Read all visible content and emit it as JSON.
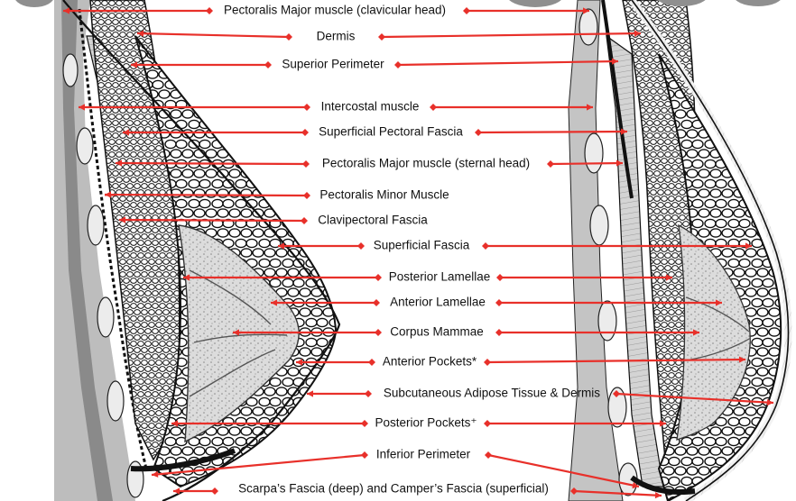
{
  "labels": [
    {
      "text": "Pectoralis Major muscle (clavicular head)"
    },
    {
      "text": "Dermis"
    },
    {
      "text": "Superior Perimeter"
    },
    {
      "text": "Intercostal muscle"
    },
    {
      "text": "Superficial Pectoral Fascia"
    },
    {
      "text": "Pectoralis Major muscle (sternal head)"
    },
    {
      "text": "Pectoralis Minor Muscle"
    },
    {
      "text": "Clavipectoral Fascia"
    },
    {
      "text": "Superficial Fascia"
    },
    {
      "text": "Posterior Lamellae"
    },
    {
      "text": "Anterior Lamellae"
    },
    {
      "text": "Corpus Mammae"
    },
    {
      "text": "Anterior Pockets*"
    },
    {
      "text": "Subcutaneous Adipose Tissue & Dermis"
    },
    {
      "text": "Posterior Pockets⁺"
    },
    {
      "text": "Inferior Perimeter"
    },
    {
      "text": "Scarpa’s Fascia (deep) and Camper’s Fascia (superficial)"
    }
  ],
  "colors": {
    "arrow": "#e8302a",
    "ink": "#111111",
    "background": "#ffffff"
  }
}
